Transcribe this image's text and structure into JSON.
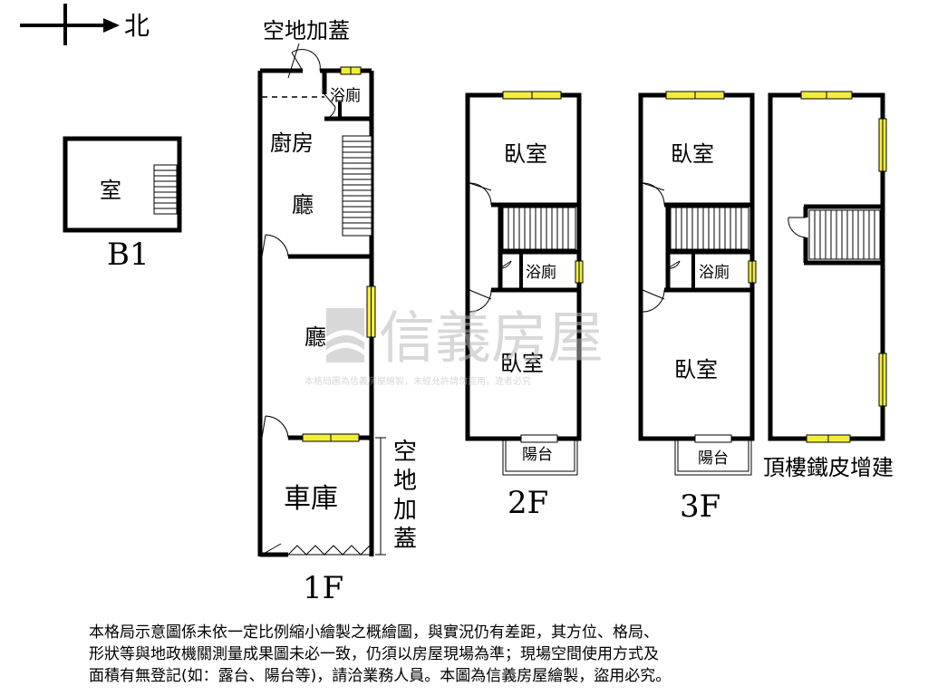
{
  "compass": {
    "north_label": "北"
  },
  "levels": {
    "b1": {
      "label": "B1",
      "room": "室"
    },
    "f1": {
      "label": "1F",
      "top_extension": "空地加蓋",
      "bath": "浴廁",
      "kitchen": "廚房",
      "hall_upper": "廳",
      "hall_lower": "廳",
      "garage": "車庫",
      "side_extension_chars": [
        "空",
        "地",
        "加",
        "蓋"
      ]
    },
    "f2": {
      "label": "2F",
      "bedroom_upper": "臥室",
      "bath": "浴廁",
      "bedroom_lower": "臥室",
      "balcony": "陽台"
    },
    "f3": {
      "label": "3F",
      "bedroom_upper": "臥室",
      "bath": "浴廁",
      "bedroom_lower": "臥室",
      "balcony": "陽台"
    },
    "roof": {
      "label": "頂樓鐵皮增建"
    }
  },
  "watermark": {
    "brand": "信義房屋",
    "notice": "本格局圖為信義房屋繪製，未經允許請勿盜用，違者必究"
  },
  "disclaimer": {
    "lines": [
      "本格局示意圖係未依一定比例縮小繪製之概繪圖，與實況仍有差距，其方位、格局、",
      "形狀等與地政機關測量成果圖未必一致，仍須以房屋現場為準；現場空間使用方式及",
      "面積有無登記(如：露台、陽台等)，請洽業務人員。本圖為信義房屋繪製，盜用必究。"
    ]
  },
  "colors": {
    "wall": "#000000",
    "window": "#f2ee3c",
    "watermark": "#b9b9b9"
  }
}
